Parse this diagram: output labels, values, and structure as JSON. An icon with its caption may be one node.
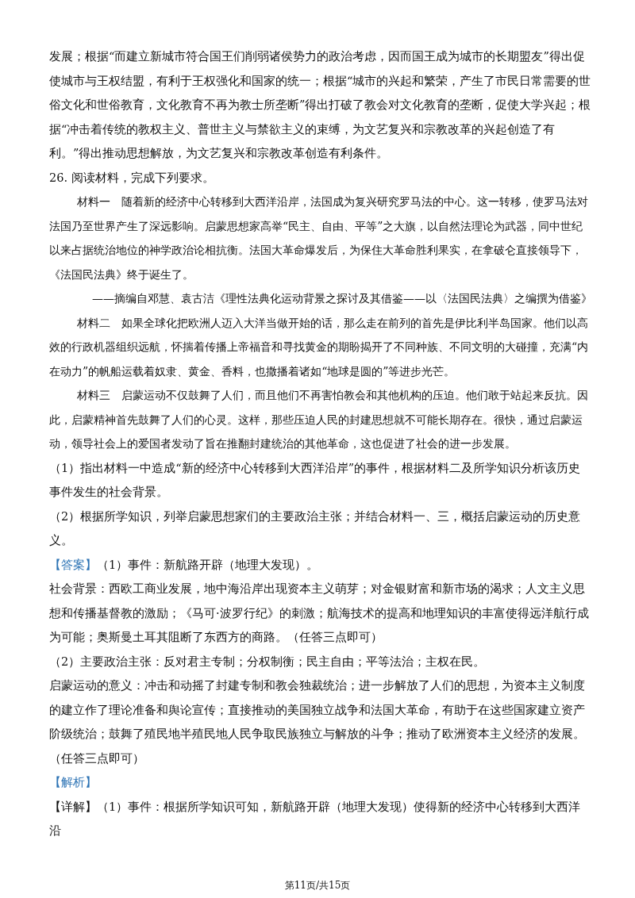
{
  "diagram": {
    "labels": [
      "发展；根据“而建立新城市符合国王们削弱诸侯势力的政治考虑，因而国王成为城市的长期盟友”得出促使城市与王权结盟，有利于王权强化和国家的统一；根据“城市的兴起和繁荣，产生了市民日常需要的世俗文化和世俗教育，文化教育不再为教士所垄断”得出打破了教会对文化教育的垄断，促使大学兴起；根据“冲击着传统的教权主义、普世主义与禁欲主义的束缚，为文艺复兴和宗教改革的兴起创造了有利。”得出推动思想解放，为文艺复兴和宗教改革创造有利条件。",
      "26. 阅读材料，完成下列要求。",
      "材料一　随着新的经济中心转移到大西洋沿岸，法国成为复兴研究罗马法的中心。这一转移，使罗马法对法国乃至世界产生了深远影响。启蒙思想家高举“民主、自由、平等”之大旗，以自然法理论为武器，同中世纪以来占据统治地位的神学政治论相抗衡。法国大革命爆发后，为保住大革命胜利果实，在拿破仑直接领导下，《法国民法典》终于诞生了。",
      "——摘编自邓慧、袁古洁《理性法典化运动背景之探讨及其借鉴——以〈法国民法典〉之编撰为借鉴》",
      "材料二　如果全球化把欧洲人迈入大洋当做开始的话，那么走在前列的首先是伊比利半岛国家。他们以高效的行政机器组织远航，怀揣着传播上帝福音和寻找黄金的期盼揭开了不同种族、不同文明的大碰撞，充满“内在动力”的帆船运载着奴隶、黄金、香料，也撒播着诸如“地球是圆的”等进步光芒。",
      "材料三　启蒙运动不仅鼓舞了人们，而且他们不再害怕教会和其他机构的压迫。他们敢于站起来反抗。因此，启蒙精神首先鼓舞了人们的心灵。这样，那些压迫人民的封建思想就不可能长期存在。很快，通过启蒙运动，领导社会上的爱国者发动了旨在推翻封建统治的其他革命，这也促进了社会的进一步发展。",
      "（1）指出材料一中造成“新的经济中心转移到大西洋沿岸”的事件，根据材料二及所学知识分析该历史事件发生的社会背景。",
      "（2）根据所学知识，列举启蒙思想家们的主要政治主张；并结合材料一、三，概括启蒙运动的历史意义。",
      "【答案】",
      "（1）事件：新航路开辟（地理大发现）。",
      "社会背景：西欧工商业发展，地中海沿岸出现资本主义萌芽；对金银财富和新市场的渴求；人文主义思想和传播基督教的激励；《马可·波罗行纪》的刺激；航海技术的提高和地理知识的丰富使得远洋航行成为可能；奥斯曼土耳其阻断了东西方的商路。（任答三点即可）",
      "（2）主要政治主张：反对君主专制；分权制衡；民主自由；平等法治；主权在民。",
      "启蒙运动的意义：冲击和动摇了封建专制和教会独裁统治；进一步解放了人们的思想，为资本主义制度的建立作了理论准备和舆论宣传；直接推动的美国独立战争和法国大革命，有助于在这些国家建立资产阶级统治；鼓舞了殖民地半殖民地人民争取民族独立与解放的斗争；推动了欧洲资本主义经济的发展。（任答三点即可）",
      "【解析】",
      "【详解】（1）事件：根据所学知识可知，新航路开辟（地理大发现）使得新的经济中心转移到大西洋沿",
      "第11页/共15页"
    ]
  }
}
